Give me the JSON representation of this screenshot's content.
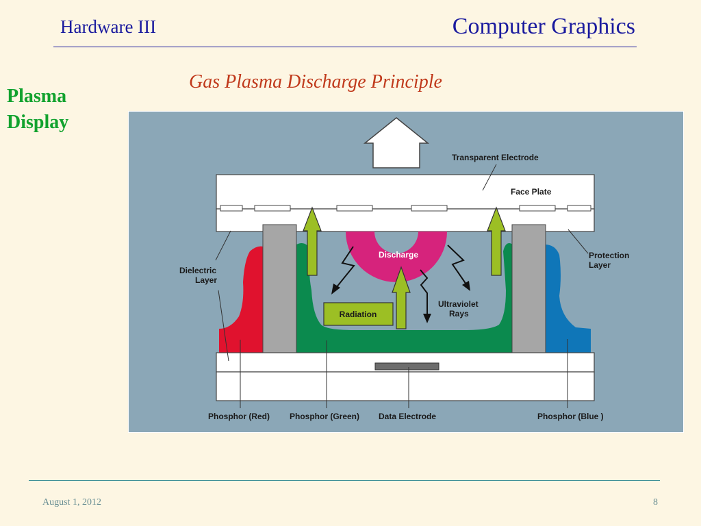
{
  "header": {
    "section": "Hardware III",
    "course": "Computer Graphics"
  },
  "side_title": {
    "line1": "Plasma",
    "line2": "Display"
  },
  "slide_title": "Gas Plasma Discharge Principle",
  "diagram": {
    "labels": {
      "transparent_electrode": "Transparent Electrode",
      "face_plate": "Face Plate",
      "protection_layer_1": "Protection",
      "protection_layer_2": "Layer",
      "dielectric_layer_1": "Dielectric",
      "dielectric_layer_2": "Layer",
      "discharge": "Discharge",
      "radiation": "Radiation",
      "ultraviolet_rays_1": "Ultraviolet",
      "ultraviolet_rays_2": "Rays",
      "phosphor_red": "Phosphor (Red)",
      "phosphor_green": "Phosphor (Green)",
      "data_electrode": "Data Electrode",
      "phosphor_blue": "Phosphor (Blue )"
    },
    "colors": {
      "background": "#8ba7b7",
      "plate": "#ffffff",
      "rib": "#a6a6a6",
      "phosphor_red": "#e0122e",
      "phosphor_green": "#0b8a4e",
      "phosphor_blue": "#0f76b8",
      "discharge": "#d6237c",
      "arrow": "#9cbf24",
      "electrode": "#6d6d6d"
    }
  },
  "footer": {
    "date": "August 1, 2012",
    "page": "8"
  }
}
